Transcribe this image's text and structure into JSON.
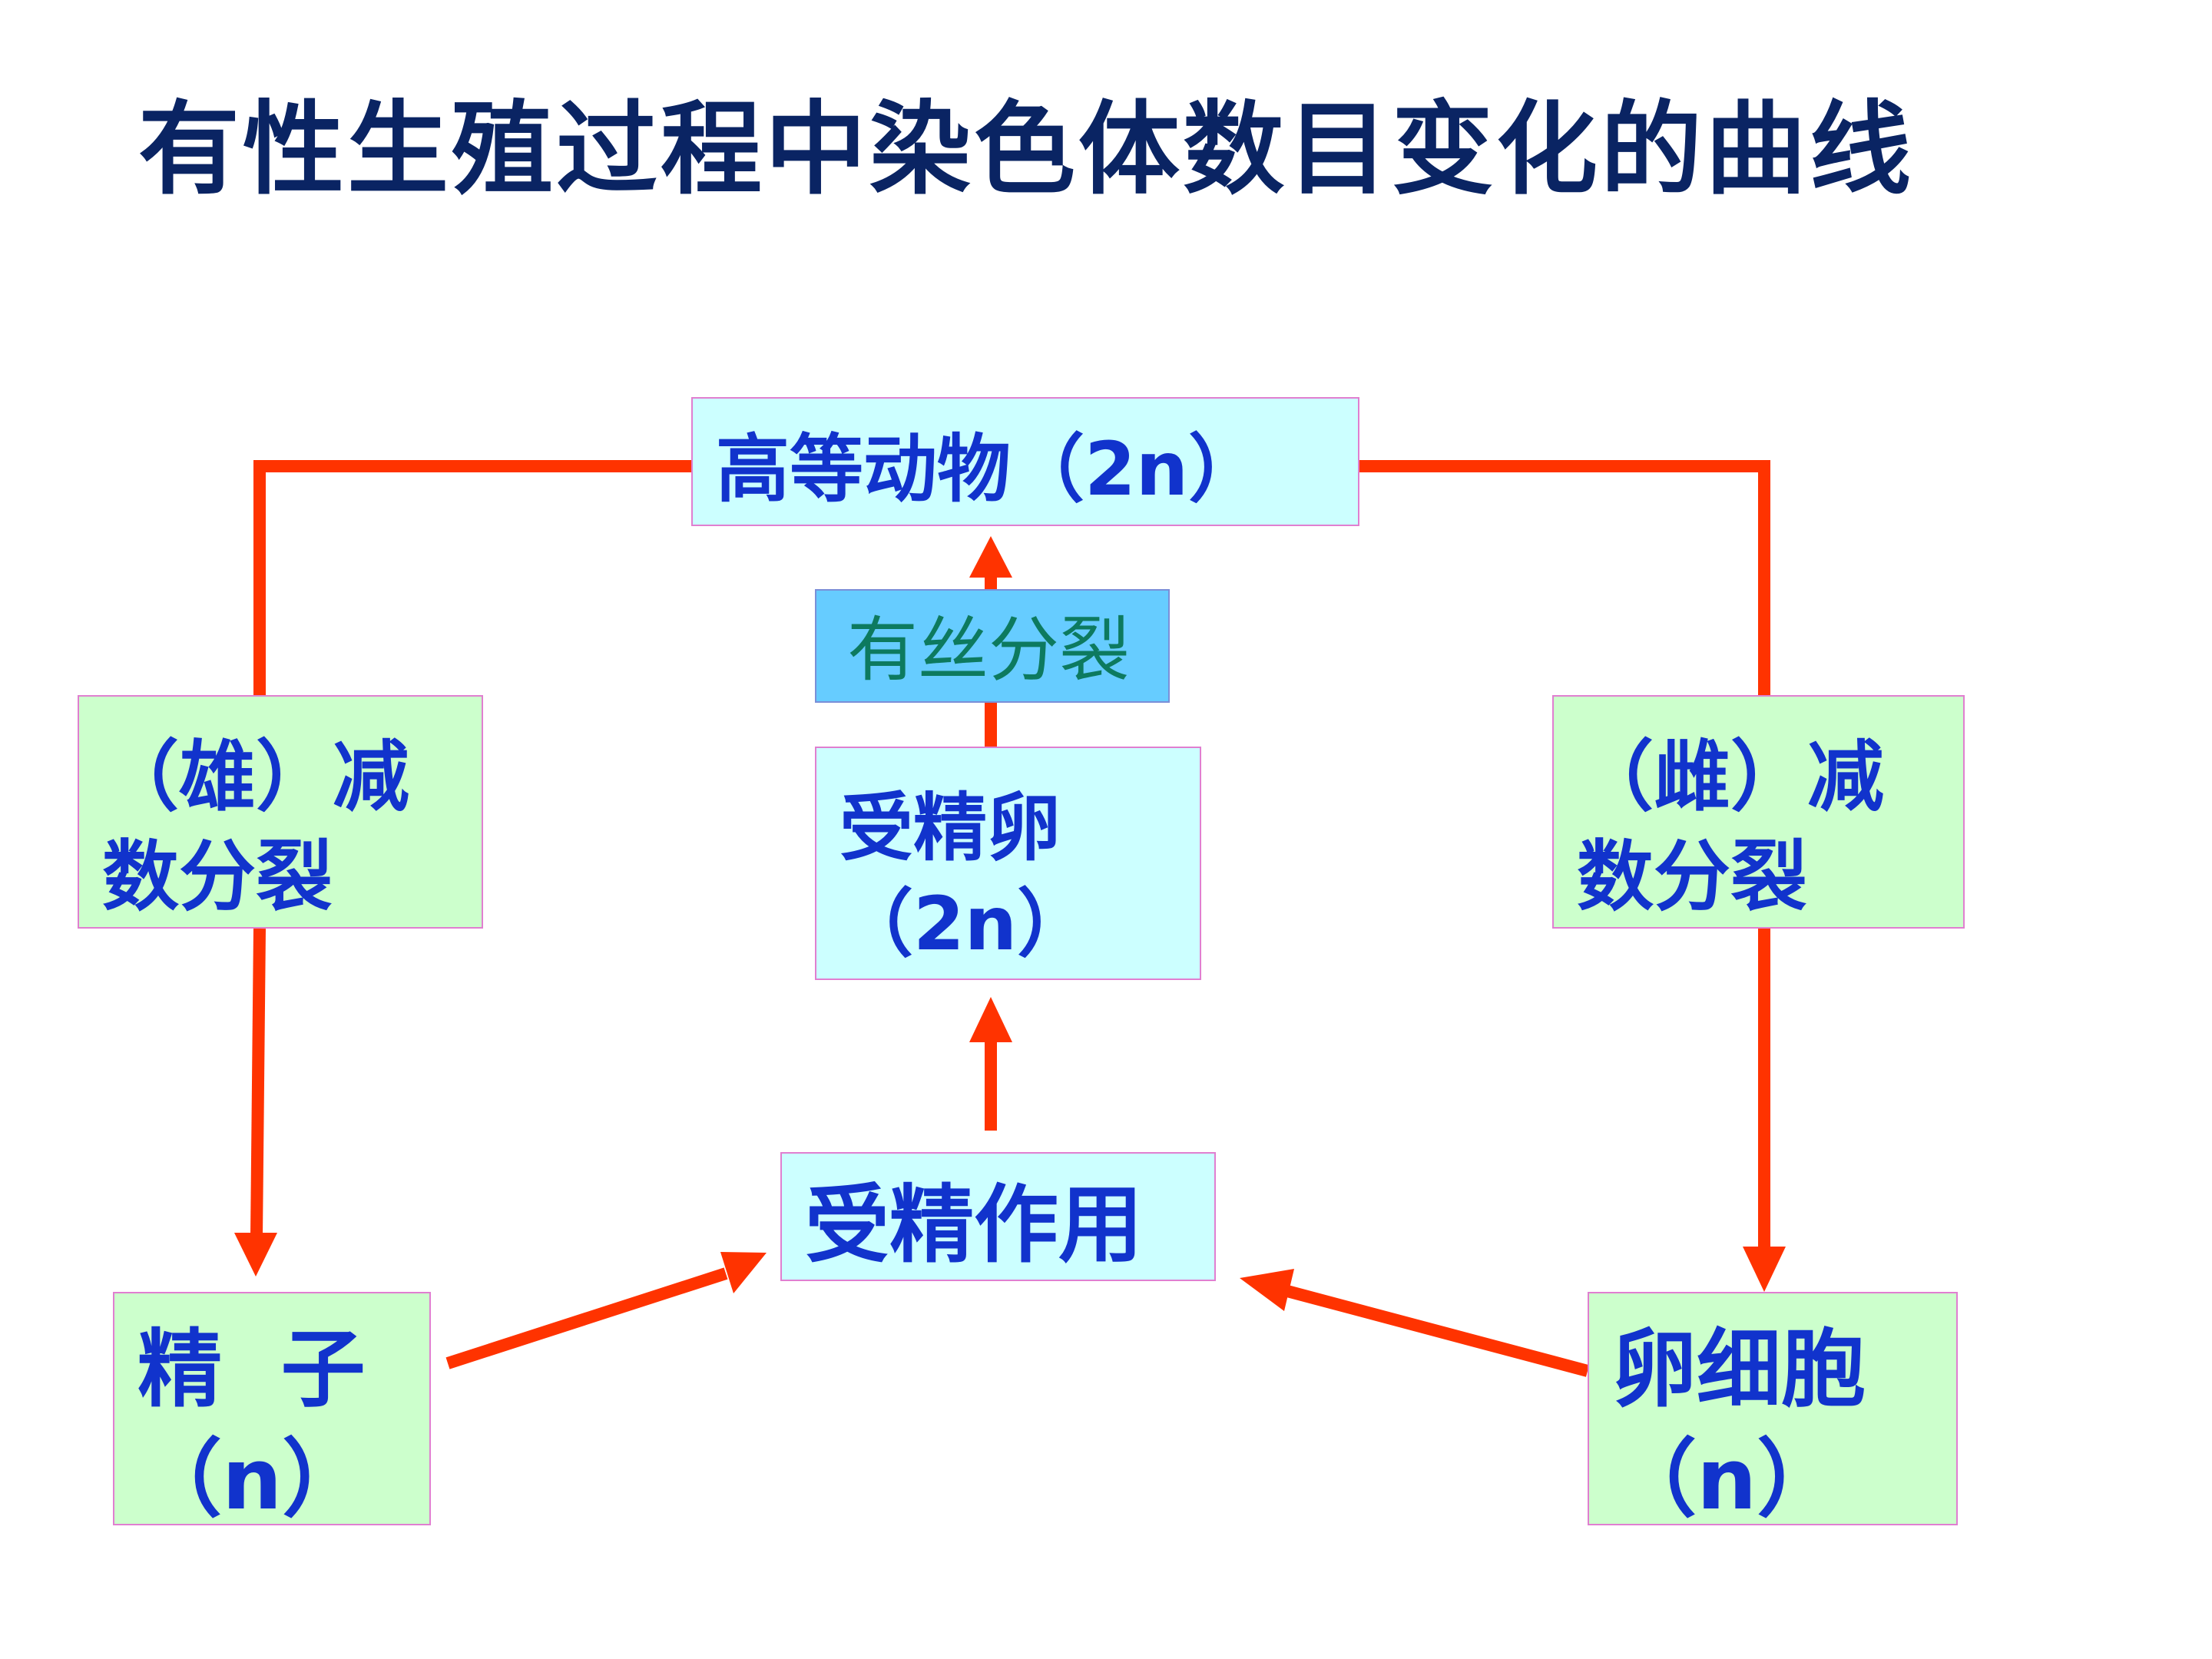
{
  "title": "有性生殖过程中染色体数目变化的曲线",
  "nodes": {
    "animal": "高等动物（2n）",
    "mitosis": "有丝分裂",
    "zygote": [
      "受精卵",
      "（2n）"
    ],
    "fertilization": "受精作用",
    "male_meiosis": [
      "（雄）减",
      "数分裂"
    ],
    "female_meiosis": [
      "（雌）减",
      "数分裂"
    ],
    "sperm": [
      "精  子",
      "（n）"
    ],
    "egg": [
      "卵细胞",
      "（n）"
    ]
  },
  "colors": {
    "arrow": "#ff3300",
    "title": "#0a2463",
    "box_text": "#1133cc",
    "box_border": "#e07fd0",
    "cyan_fill": "#ccffff",
    "green_fill": "#ccffcc",
    "mitosis_fill": "#66ccff",
    "mitosis_text": "#0d7a5f"
  }
}
